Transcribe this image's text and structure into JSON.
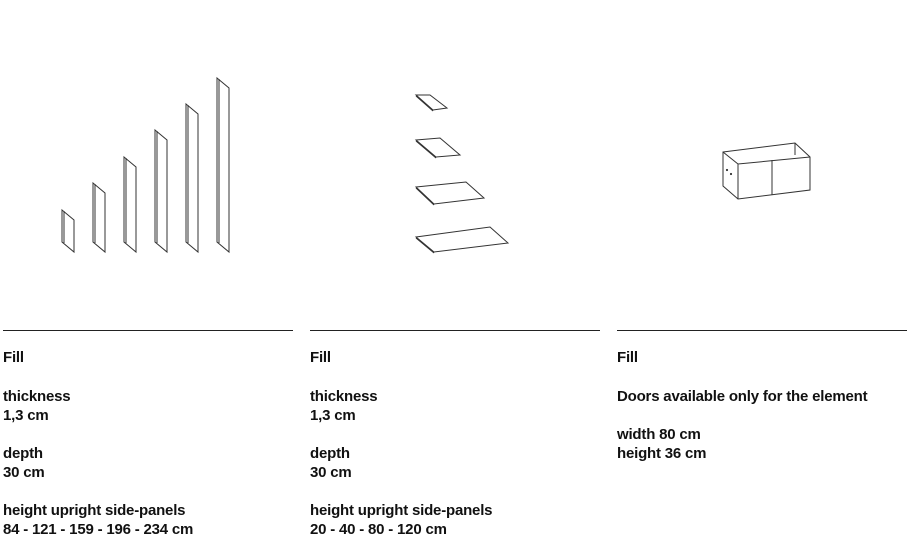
{
  "columns": [
    {
      "title": "Fill",
      "specs": [
        {
          "label": "thickness",
          "value": "1,3 cm"
        },
        {
          "label": "depth",
          "value": "30 cm"
        },
        {
          "label": "height upright side-panels",
          "value": "84 - 121 - 159 - 196 - 234 cm"
        }
      ]
    },
    {
      "title": "Fill",
      "specs": [
        {
          "label": "thickness",
          "value": "1,3 cm"
        },
        {
          "label": "depth",
          "value": "30 cm"
        },
        {
          "label": "height upright side-panels",
          "value": "20 - 40 - 80 - 120 cm"
        }
      ]
    },
    {
      "title": "Fill",
      "note": "Doors available only for the element",
      "width": "width 80 cm",
      "height": "height 36 cm"
    }
  ]
}
